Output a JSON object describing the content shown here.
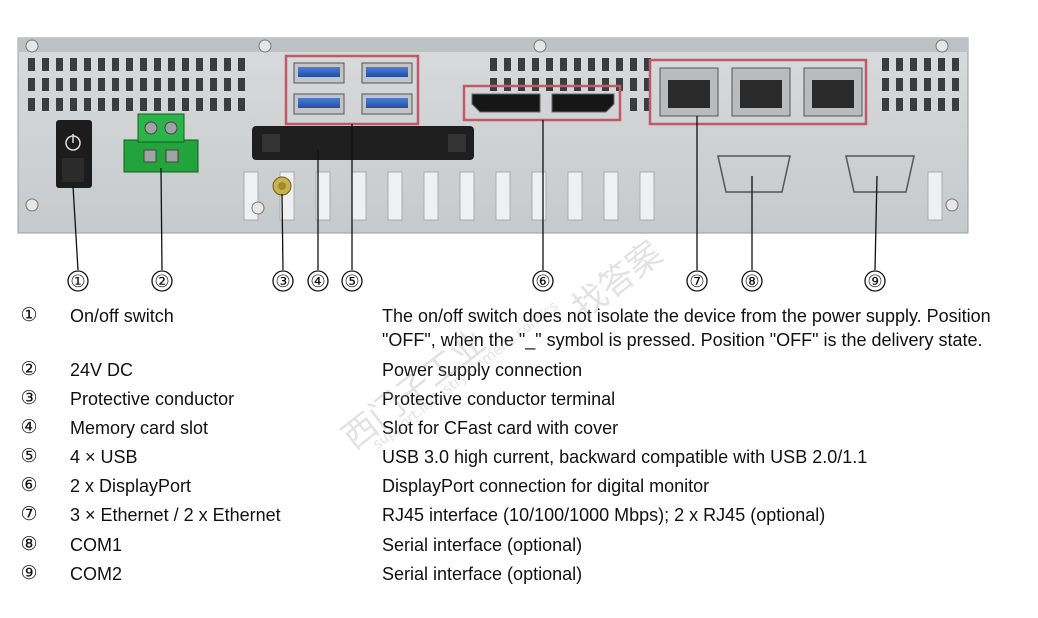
{
  "watermarks": {
    "text_1": "西门子工业",
    "text_2": "support.industry.siemens.com/cs",
    "text_3": "找答案"
  },
  "callouts": [
    "①",
    "②",
    "③",
    "④",
    "⑤",
    "⑥",
    "⑦",
    "⑧",
    "⑨"
  ],
  "legend": [
    {
      "marker": "①",
      "name": "On/off switch",
      "description": "The on/off switch does not isolate the device from the power supply. Position \"OFF\", when the \"_\" symbol is pressed. Position \"OFF\" is the delivery state."
    },
    {
      "marker": "②",
      "name": "24V DC",
      "description": "Power supply connection"
    },
    {
      "marker": "③",
      "name": "Protective conductor",
      "description": "Protective conductor terminal"
    },
    {
      "marker": "④",
      "name": "Memory card slot",
      "description": "Slot for CFast card with cover"
    },
    {
      "marker": "⑤",
      "name": "4 × USB",
      "description": "USB 3.0 high current, backward compatible with USB 2.0/1.1"
    },
    {
      "marker": "⑥",
      "name": "2 x DisplayPort",
      "description": "DisplayPort connection for digital monitor"
    },
    {
      "marker": "⑦",
      "name": "3 × Ethernet / 2 x Ethernet",
      "description": "RJ45 interface (10/100/1000 Mbps); 2 x RJ45 (optional)"
    },
    {
      "marker": "⑧",
      "name": "COM1",
      "description": "Serial interface (optional)"
    },
    {
      "marker": "⑨",
      "name": "COM2",
      "description": "Serial interface (optional)"
    }
  ]
}
